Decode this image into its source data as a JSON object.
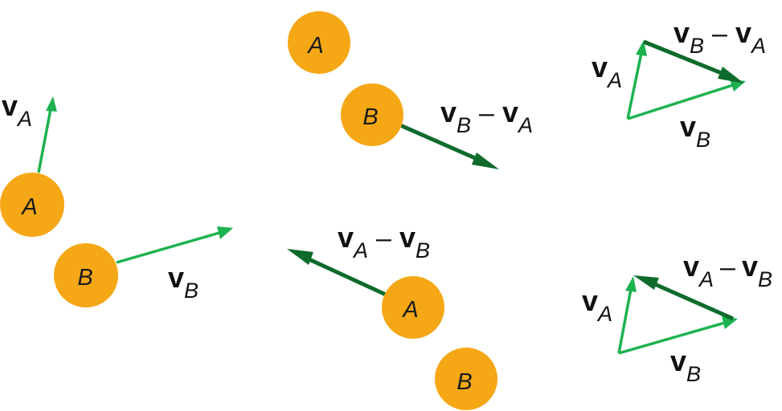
{
  "balls": {
    "a": "A",
    "b": "B"
  },
  "vectors": {
    "v": "v",
    "sub_a": "A",
    "sub_b": "B",
    "minus": "–"
  },
  "colors": {
    "ball": "#F5A716",
    "velocity_arrow": "#1DB250",
    "relative_arrow": "#0E6B2C"
  }
}
